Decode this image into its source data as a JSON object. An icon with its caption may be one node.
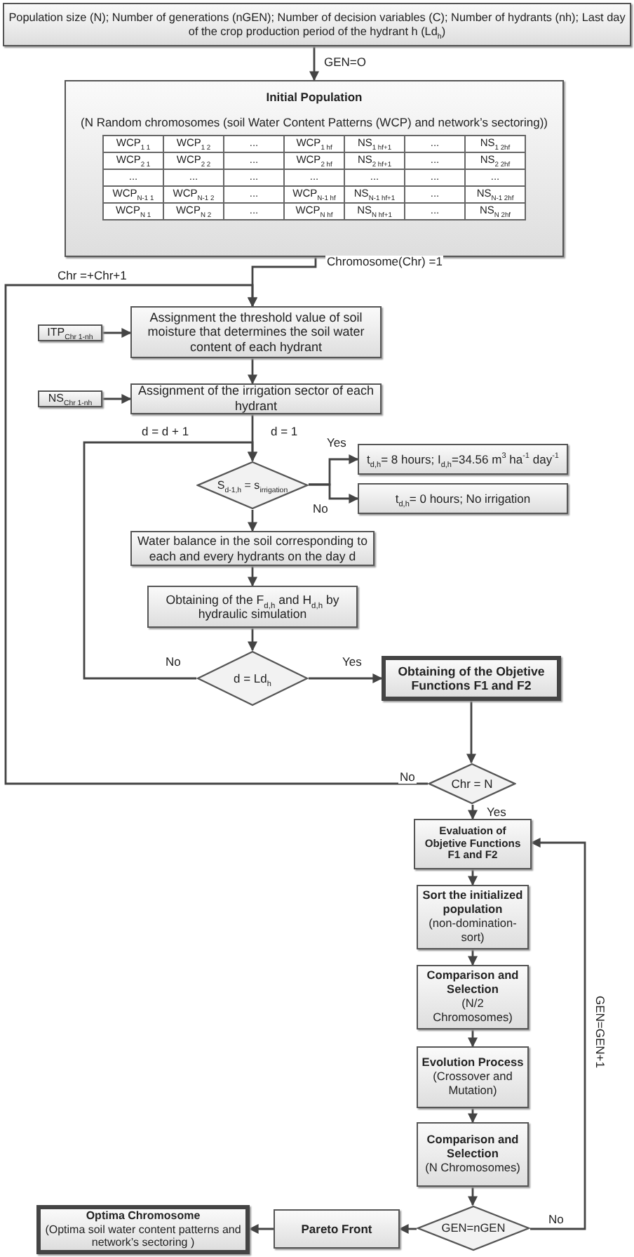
{
  "diagram": {
    "nodes": [
      {
        "text": [
          "Population size (N); Number of generations (nGEN); Number of decision variables (C); Number of hydrants (nh); Last day of the crop production period of the hydrant h (Ld$_{h}$)"
        ]
      },
      {
        "text": [
          "Initial Population",
          "(N Random chromosomes (soil Water Content Patterns (WCP) and network’s sectoring))"
        ]
      },
      {
        "text": [
          "Assignment the threshold value of soil moisture that determines the soil water content of each hydrant"
        ]
      },
      {
        "text": [
          "ITP$_{Chr 1-nh}$"
        ]
      },
      {
        "text": [
          "Assignment of the irrigation sector of each hydrant"
        ]
      },
      {
        "text": [
          "NS$_{Chr 1-nh}$"
        ]
      },
      {
        "text": [
          "S$_{d-1,h}$ = s$_{irrigation}$"
        ]
      },
      {
        "text": [
          "t$_{d,h}$= 8 hours; I$_{d,h}$=34.56 m$^{3}$ ha$^{-1}$ day$^{-1}$"
        ]
      },
      {
        "text": [
          "t$_{d,h}$= 0 hours; No irrigation"
        ]
      },
      {
        "text": [
          "Water balance in the soil corresponding to each and every hydrants on the day d"
        ]
      },
      {
        "text": [
          "Obtaining of the F$_{d,h}$ and H$_{d,h}$ by hydraulic simulation"
        ]
      },
      {
        "text": [
          "d = Ld$_{h}$"
        ]
      },
      {
        "text": [
          "Obtaining of the Objetive Functions F1 and F2"
        ]
      },
      {
        "text": [
          "Chr = N"
        ]
      },
      {
        "text": [
          "Evaluation of Objetive Functions F1 and F2"
        ]
      },
      {
        "text": [
          "Sort the initialized population",
          "(non-domination-sort)"
        ]
      },
      {
        "text": [
          "Comparison and Selection",
          "(N/2 Chromosomes)"
        ]
      },
      {
        "text": [
          "Evolution Process",
          "(Crossover and Mutation)"
        ]
      },
      {
        "text": [
          "Comparison and Selection",
          "(N Chromosomes)"
        ]
      },
      {
        "text": [
          "GEN=nGEN"
        ]
      },
      {
        "text": [
          "Pareto Front"
        ]
      },
      {
        "text": [
          "Optima Chromosome",
          "(Optima soil water content patterns and network’s sectoring )"
        ]
      }
    ],
    "edges": [
      {
        "from": 0,
        "to": 1,
        "arrow": "to",
        "label": "GEN=O"
      },
      {
        "from": 1,
        "to": 2,
        "arrow": "to",
        "label": "Chromosome(Chr) =1"
      },
      {
        "from": 3,
        "to": 2,
        "arrow": "to"
      },
      {
        "from": 2,
        "to": 4,
        "arrow": "to"
      },
      {
        "from": 5,
        "to": 4,
        "arrow": "to"
      },
      {
        "from": 4,
        "to": 6,
        "arrow": "to",
        "label": "d = 1"
      },
      {
        "from": 6,
        "to": 7,
        "arrow": "to",
        "label": "Yes"
      },
      {
        "from": 6,
        "to": 8,
        "arrow": "to",
        "label": "No"
      },
      {
        "from": 6,
        "to": 9,
        "arrow": "to"
      },
      {
        "from": 9,
        "to": 10,
        "arrow": "to"
      },
      {
        "from": 10,
        "to": 11,
        "arrow": "to"
      },
      {
        "from": 11,
        "to": 12,
        "arrow": "to",
        "label": "Yes"
      },
      {
        "from": 11,
        "to": 6,
        "arrow": "to",
        "label": "No"
      },
      {
        "from": 12,
        "to": 13,
        "arrow": "to"
      },
      {
        "from": 13,
        "to": 2,
        "arrow": "to",
        "label": "No"
      },
      {
        "from": 13,
        "to": 14,
        "arrow": "to",
        "label": "Yes"
      },
      {
        "from": 14,
        "to": 15,
        "arrow": "to"
      },
      {
        "from": 15,
        "to": 16,
        "arrow": "to"
      },
      {
        "from": 16,
        "to": 17,
        "arrow": "to"
      },
      {
        "from": 17,
        "to": 18,
        "arrow": "to"
      },
      {
        "from": 18,
        "to": 19,
        "arrow": "to"
      },
      {
        "from": 19,
        "to": 14,
        "arrow": "to",
        "label": "No"
      },
      {
        "from": 19,
        "to": 20,
        "arrow": "to"
      },
      {
        "from": 20,
        "to": 21,
        "arrow": "to"
      }
    ],
    "labels": [
      "WCP$_{1 1}$",
      "WCP$_{1 2}$",
      "...",
      "WCP$_{1 hf}$",
      "NS$_{1 hf+1}$",
      "...",
      "NS$_{1 2hf}$",
      "WCP$_{2 1}$",
      "WCP$_{2 2}$",
      "...",
      "WCP$_{2 hf}$",
      "NS$_{2 hf+1}$",
      "...",
      "NS$_{2 2hf}$",
      "...",
      "...",
      "...",
      "...",
      "...",
      "...",
      "...",
      "WCP$_{N-1 1}$",
      "WCP$_{N-1 2}$",
      "...",
      "WCP$_{N-1 hf}$",
      "NS$_{N-1 hf+1}$",
      "...",
      "NS$_{N-1 2hf}$",
      "WCP$_{N 1}$",
      "WCP$_{N 2}$",
      "...",
      "WCP$_{N hf}$",
      "NS$_{N hf+1}$",
      "...",
      "NS$_{N 2hf}$",
      "Chr =+Chr+1",
      "d = d + 1",
      "GEN=GEN+1"
    ]
  }
}
